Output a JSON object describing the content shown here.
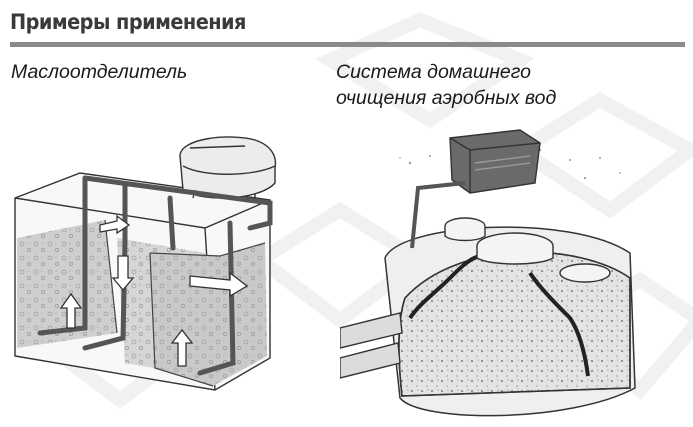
{
  "section": {
    "title": "Примеры применения"
  },
  "examples": [
    {
      "caption": "Маслоотделитель",
      "illustration_icon": "oil-separator-diagram-icon"
    },
    {
      "caption_lines": [
        "Система домашнего",
        "очищения аэробных вод"
      ],
      "illustration_icon": "aerobic-septic-tank-diagram-icon"
    }
  ],
  "colors": {
    "text": "#1a1a1a",
    "title": "#3a3a3a",
    "rule": "#8a8a8a",
    "water": "#c8c8c8",
    "pipe": "#5a5a5a",
    "compressor": "#e6e6e6"
  }
}
